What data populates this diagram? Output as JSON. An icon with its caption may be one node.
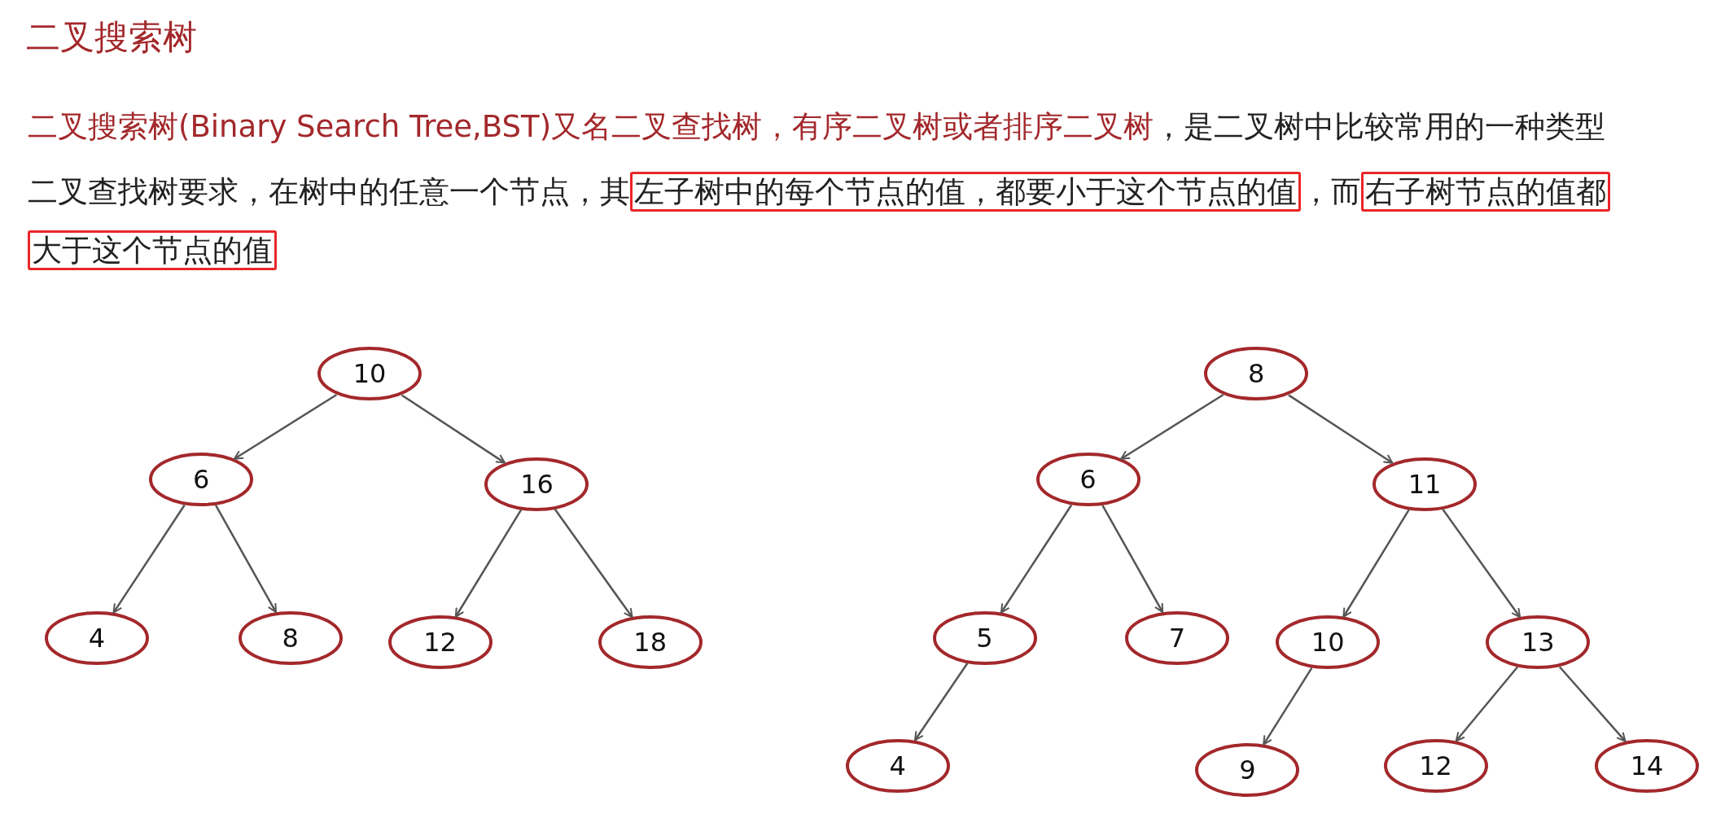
{
  "diagram": {
    "title": "二叉搜索树",
    "labels": [
      "二叉搜索树(Binary Search Tree,BST)又名二叉查找树，有序二叉树或者排序二叉树",
      "，是二叉树中比较常用的一种类型",
      "二叉查找树要求，在树中的任意一个节点，其",
      "左子树中的每个节点的值，都要小于这个节点的值",
      "，而",
      "右子树节点的值都大于这个节点的值"
    ],
    "nodes": [
      {
        "text": [
          "10"
        ]
      },
      {
        "text": [
          "6"
        ]
      },
      {
        "text": [
          "16"
        ]
      },
      {
        "text": [
          "4"
        ]
      },
      {
        "text": [
          "8"
        ]
      },
      {
        "text": [
          "12"
        ]
      },
      {
        "text": [
          "18"
        ]
      },
      {
        "text": [
          "8"
        ]
      },
      {
        "text": [
          "6"
        ]
      },
      {
        "text": [
          "11"
        ]
      },
      {
        "text": [
          "5"
        ]
      },
      {
        "text": [
          "7"
        ]
      },
      {
        "text": [
          "10"
        ]
      },
      {
        "text": [
          "13"
        ]
      },
      {
        "text": [
          "4"
        ]
      },
      {
        "text": [
          "9"
        ]
      },
      {
        "text": [
          "12"
        ]
      },
      {
        "text": [
          "14"
        ]
      }
    ],
    "edges": [
      {
        "from": 0,
        "to": 1,
        "arrow": "to"
      },
      {
        "from": 0,
        "to": 2,
        "arrow": "to"
      },
      {
        "from": 1,
        "to": 3,
        "arrow": "to"
      },
      {
        "from": 1,
        "to": 4,
        "arrow": "to"
      },
      {
        "from": 2,
        "to": 5,
        "arrow": "to"
      },
      {
        "from": 2,
        "to": 6,
        "arrow": "to"
      },
      {
        "from": 7,
        "to": 8,
        "arrow": "to"
      },
      {
        "from": 7,
        "to": 9,
        "arrow": "to"
      },
      {
        "from": 8,
        "to": 10,
        "arrow": "to"
      },
      {
        "from": 8,
        "to": 11,
        "arrow": "to"
      },
      {
        "from": 9,
        "to": 12,
        "arrow": "to"
      },
      {
        "from": 9,
        "to": 13,
        "arrow": "to"
      },
      {
        "from": 10,
        "to": 14,
        "arrow": "to"
      },
      {
        "from": 12,
        "to": 15,
        "arrow": "to"
      },
      {
        "from": 13,
        "to": 16,
        "arrow": "to"
      },
      {
        "from": 13,
        "to": 17,
        "arrow": "to"
      }
    ]
  }
}
